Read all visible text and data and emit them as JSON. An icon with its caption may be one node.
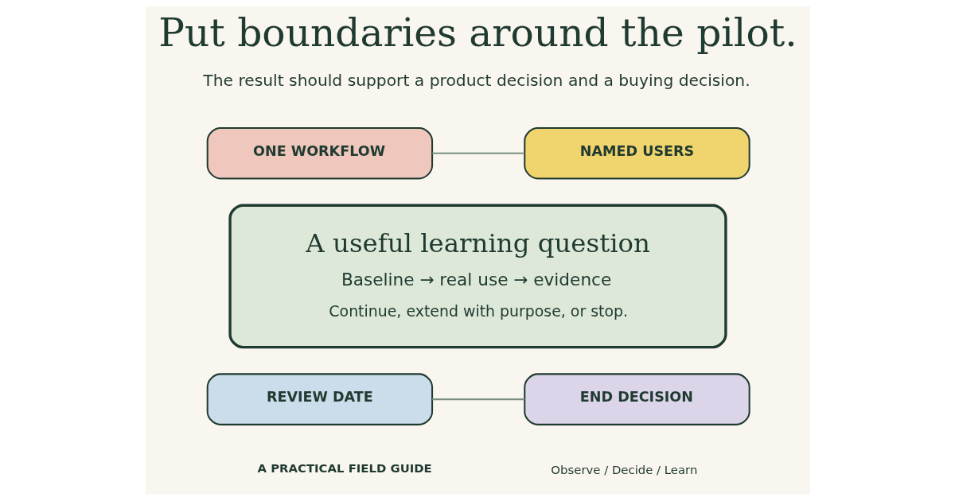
{
  "diagram": {
    "title": "Put boundaries around the pilot.",
    "nodes": [
      {
        "text": [
          "ONE WORKFLOW"
        ]
      },
      {
        "text": [
          "NAMED USERS"
        ]
      },
      {
        "text": [
          "A useful learning question",
          "Baseline → real use → evidence",
          "Continue, extend with purpose, or stop."
        ]
      },
      {
        "text": [
          "REVIEW DATE"
        ]
      },
      {
        "text": [
          "END DECISION"
        ]
      }
    ],
    "edges": [
      {
        "from": 0,
        "to": 1,
        "arrow": "none"
      },
      {
        "from": 3,
        "to": 4,
        "arrow": "none"
      }
    ],
    "labels": [
      "The result should support a product decision and a buying decision.",
      "A PRACTICAL FIELD GUIDE",
      "Observe / Decide / Learn"
    ]
  }
}
